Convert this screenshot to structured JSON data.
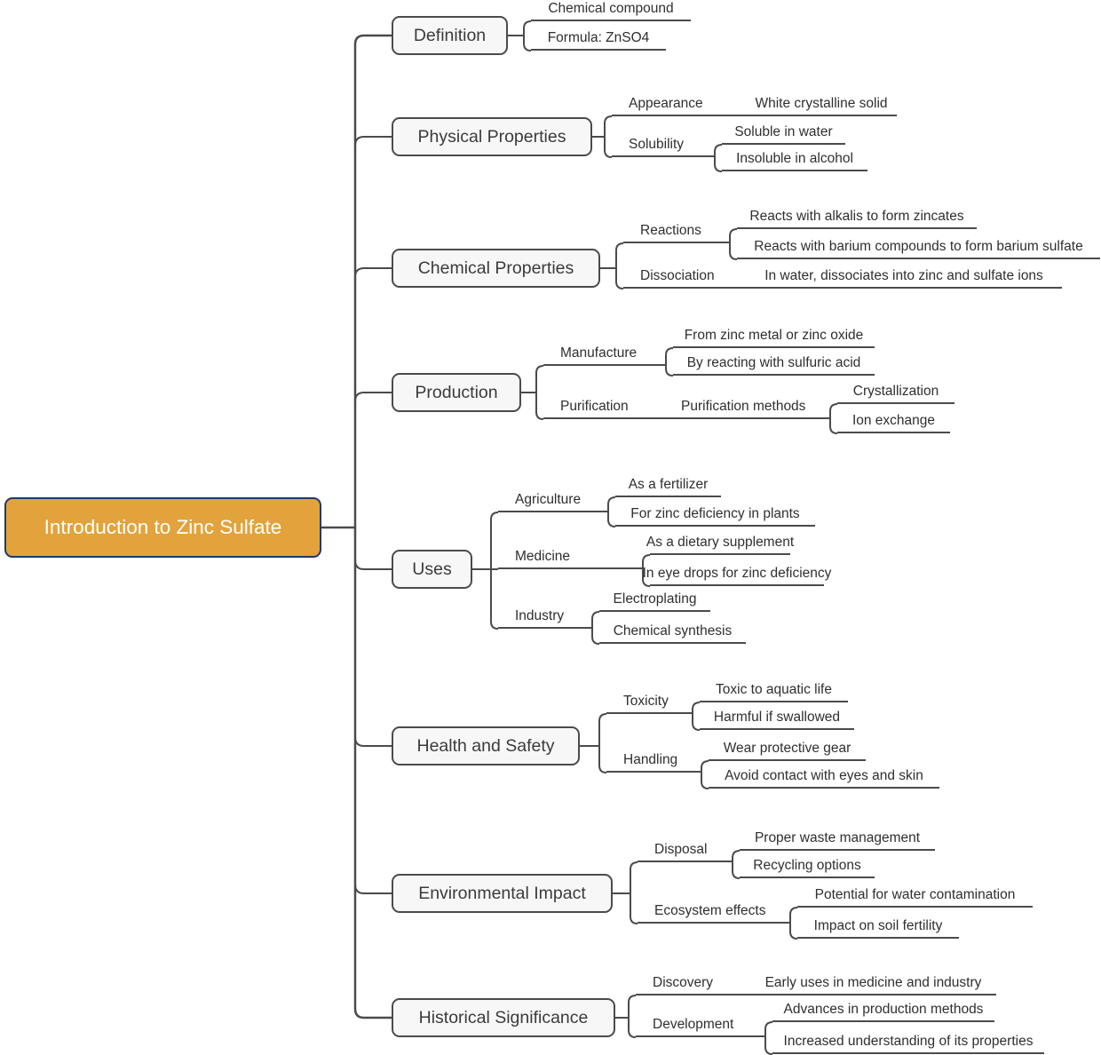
{
  "mindmap": {
    "root": "Introduction to Zinc Sulfate",
    "branches": [
      {
        "label": "Definition",
        "children": [
          {
            "label": "Chemical compound"
          },
          {
            "label": "Formula: ZnSO4"
          }
        ]
      },
      {
        "label": "Physical Properties",
        "children": [
          {
            "label": "Appearance",
            "children": [
              {
                "label": "White crystalline solid"
              }
            ]
          },
          {
            "label": "Solubility",
            "children": [
              {
                "label": "Soluble in water"
              },
              {
                "label": "Insoluble in alcohol"
              }
            ]
          }
        ]
      },
      {
        "label": "Chemical Properties",
        "children": [
          {
            "label": "Reactions",
            "children": [
              {
                "label": "Reacts with alkalis to form zincates"
              },
              {
                "label": "Reacts with barium compounds to form barium sulfate"
              }
            ]
          },
          {
            "label": "Dissociation",
            "children": [
              {
                "label": "In water, dissociates into zinc and sulfate ions"
              }
            ]
          }
        ]
      },
      {
        "label": "Production",
        "children": [
          {
            "label": "Manufacture",
            "children": [
              {
                "label": "From zinc metal or zinc oxide"
              },
              {
                "label": "By reacting with sulfuric acid"
              }
            ]
          },
          {
            "label": "Purification",
            "children": [
              {
                "label": "Purification methods",
                "children": [
                  {
                    "label": "Crystallization"
                  },
                  {
                    "label": "Ion exchange"
                  }
                ]
              }
            ]
          }
        ]
      },
      {
        "label": "Uses",
        "children": [
          {
            "label": "Agriculture",
            "children": [
              {
                "label": "As a fertilizer"
              },
              {
                "label": "For zinc deficiency in plants"
              }
            ]
          },
          {
            "label": "Medicine",
            "children": [
              {
                "label": "As a dietary supplement"
              },
              {
                "label": "In eye drops for zinc deficiency"
              }
            ]
          },
          {
            "label": "Industry",
            "children": [
              {
                "label": "Electroplating"
              },
              {
                "label": "Chemical synthesis"
              }
            ]
          }
        ]
      },
      {
        "label": "Health and Safety",
        "children": [
          {
            "label": "Toxicity",
            "children": [
              {
                "label": "Toxic to aquatic life"
              },
              {
                "label": "Harmful if swallowed"
              }
            ]
          },
          {
            "label": "Handling",
            "children": [
              {
                "label": "Wear protective gear"
              },
              {
                "label": "Avoid contact with eyes and skin"
              }
            ]
          }
        ]
      },
      {
        "label": "Environmental Impact",
        "children": [
          {
            "label": "Disposal",
            "children": [
              {
                "label": "Proper waste management"
              },
              {
                "label": "Recycling options"
              }
            ]
          },
          {
            "label": "Ecosystem effects",
            "children": [
              {
                "label": "Potential for water contamination"
              },
              {
                "label": "Impact on soil fertility"
              }
            ]
          }
        ]
      },
      {
        "label": "Historical Significance",
        "children": [
          {
            "label": "Discovery",
            "children": [
              {
                "label": "Early uses in medicine and industry"
              }
            ]
          },
          {
            "label": "Development",
            "children": [
              {
                "label": "Advances in production methods"
              },
              {
                "label": "Increased understanding of its properties"
              }
            ]
          }
        ]
      }
    ]
  },
  "colors": {
    "root_fill": "#E2A33C",
    "root_border": "#1F3A68",
    "line": "#4B4B4B",
    "node_fill": "#F7F7F7",
    "text": "#303030"
  }
}
